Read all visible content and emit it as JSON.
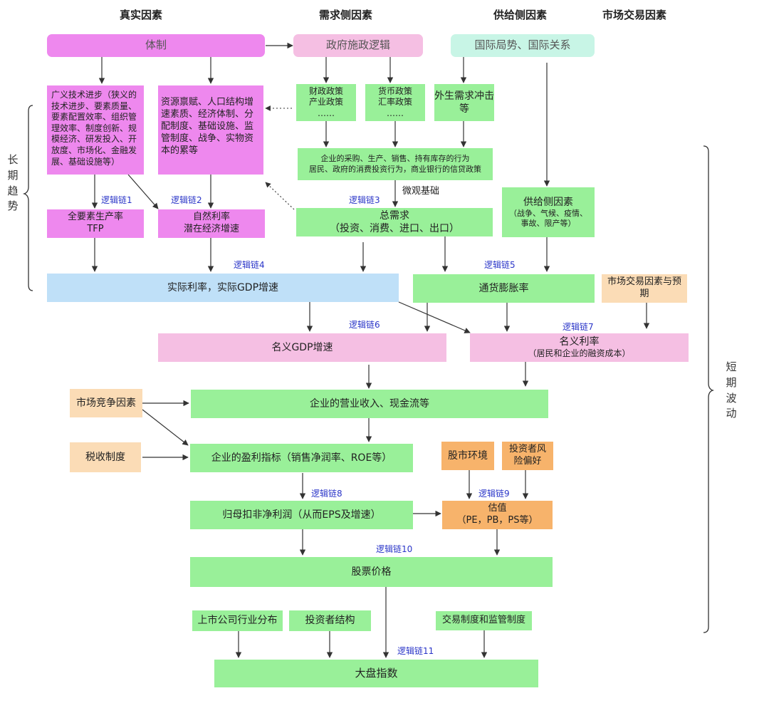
{
  "headers": {
    "real": "真实因素",
    "demand": "需求侧因素",
    "supply": "供给侧因素",
    "market": "市场交易因素"
  },
  "side_labels": {
    "long_term": "长\n期\n趋\n势",
    "short_term": "短\n期\n波\n动"
  },
  "boxes": {
    "system": "体制",
    "gov_logic": "政府施政逻辑",
    "intl": "国际局势、国际关系",
    "broad_tech": "广义技术进步（狭义的技术进步、要素质量、要素配置效率、组织管理效率、制度创新、规模经济、研发投入、开放度、市场化、金融发展、基础设施等）",
    "endowment": "资源禀赋、人口结构增速素质、经济体制、分配制度、基础设施、监管制度、战争、实物资本的累等",
    "fiscal": "财政政策\n产业政策\n……",
    "monetary": "货币政策\n汇率政策\n……",
    "external": "外生需求冲击等",
    "micro": "企业的采购、生产、销售、持有库存的行为\n居民、政府的消费投资行为，商业银行的信贷政策",
    "tfp": "全要素生产率\nTFP",
    "natural_rate": "自然利率\n潜在经济增速",
    "aggregate_demand": "总需求\n（投资、消费、进口、出口）",
    "supply_factor_title": "供给侧因素",
    "supply_factor_detail": "（战争、气候、疫情、事故、限产等）",
    "real_rate": "实际利率，实际GDP增速",
    "inflation": "通货膨胀率",
    "market_expect": "市场交易因素与预期",
    "nominal_gdp": "名义GDP增速",
    "nominal_rate_title": "名义利率",
    "nominal_rate_detail": "（居民和企业的融资成本）",
    "competition": "市场竞争因素",
    "revenue": "企业的营业收入、现金流等",
    "tax": "税收制度",
    "profit": "企业的盈利指标（销售净润率、ROE等）",
    "stock_env": "股市环境",
    "risk_pref": "投资者风险偏好",
    "net_profit": "归母扣非净利润（从而EPS及增速）",
    "valuation": "估值\n（PE，PB，PS等）",
    "stock_price": "股票价格",
    "industry_dist": "上市公司行业分布",
    "investor_struct": "投资者结构",
    "trading_system": "交易制度和监管制度",
    "index": "大盘指数"
  },
  "labels": {
    "micro_basis": "微观基础"
  },
  "chains": [
    "逻辑链1",
    "逻辑链2",
    "逻辑链3",
    "逻辑链4",
    "逻辑链5",
    "逻辑链6",
    "逻辑链7",
    "逻辑链8",
    "逻辑链9",
    "逻辑链10",
    "逻辑链11"
  ],
  "colors": {
    "pink": "#ee88ee",
    "light_pink": "#f5bfe3",
    "green": "#99f099",
    "blue": "#bfe0f8",
    "peach": "#fbdcb6",
    "orange": "#f7b36b",
    "mint": "#c8f5e6",
    "chain_text": "#2a35c8"
  }
}
